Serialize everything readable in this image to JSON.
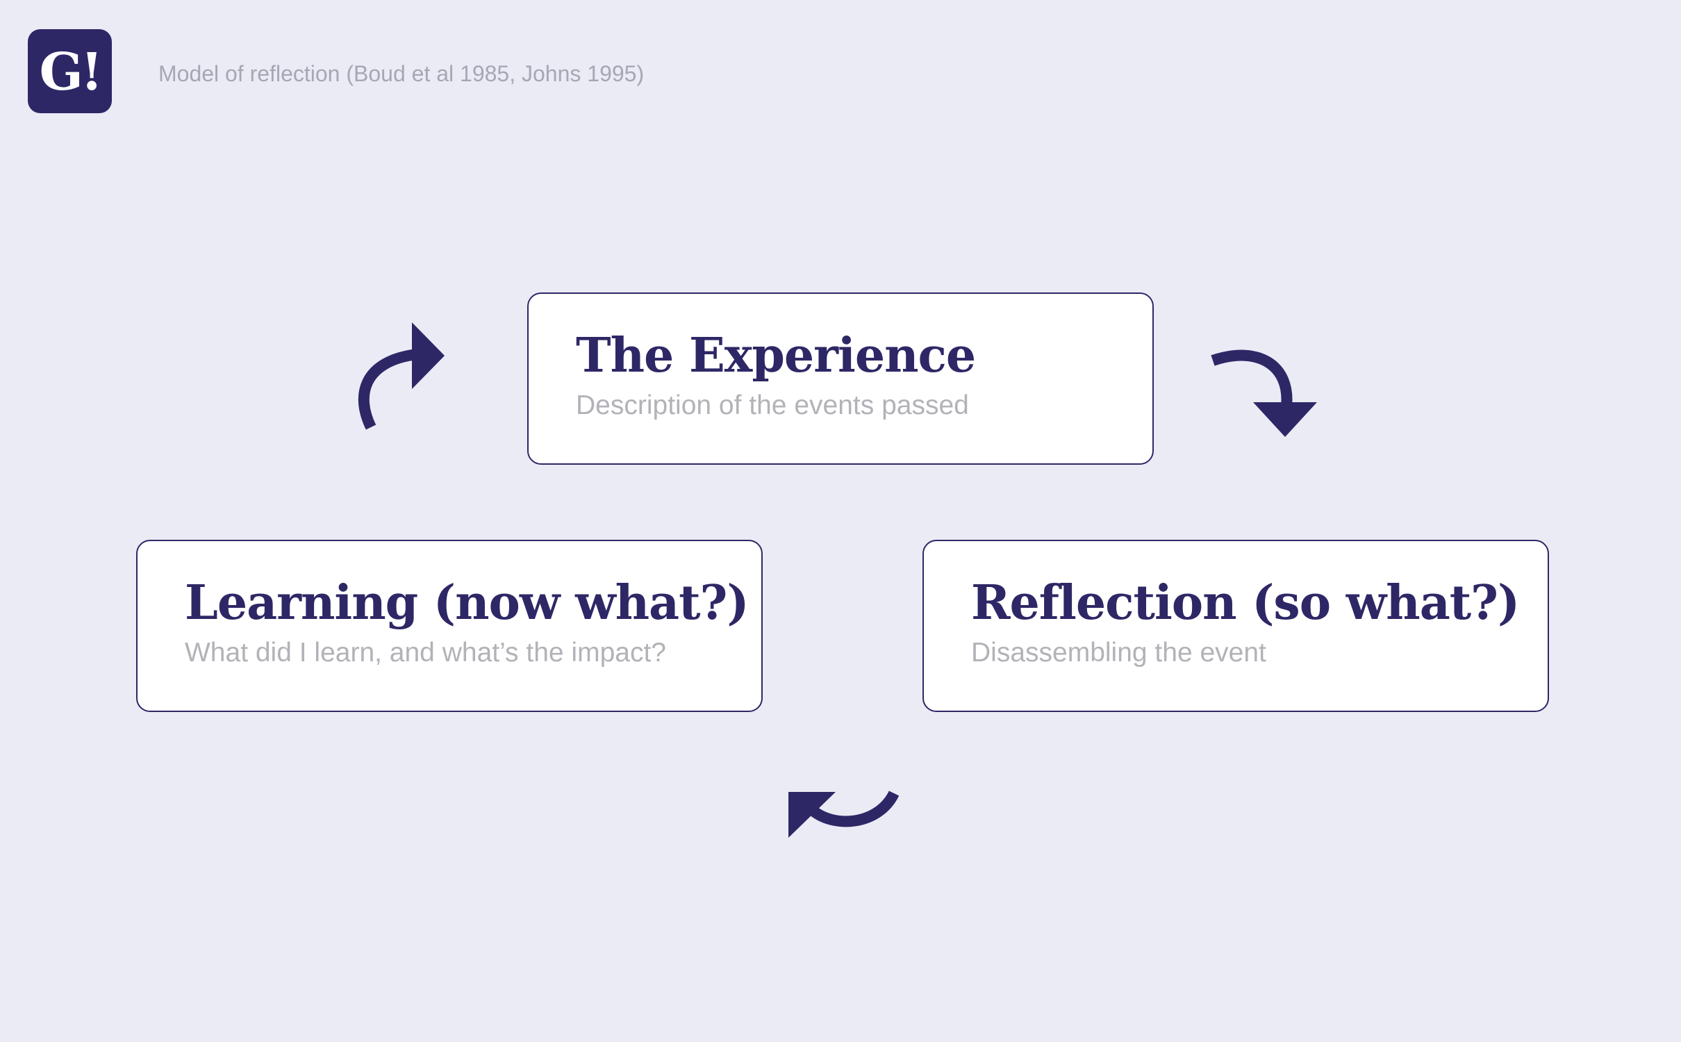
{
  "header": {
    "logo_text": "G!",
    "caption": "Model of reflection (Boud et al 1985, Johns 1995)"
  },
  "diagram": {
    "nodes": [
      {
        "id": "experience",
        "title": "The Experience",
        "description": "Description of the events passed"
      },
      {
        "id": "reflection",
        "title": "Reflection (so what?)",
        "description": "Disassembling the event"
      },
      {
        "id": "learning",
        "title": "Learning (now what?)",
        "description": "What did I learn, and what’s the impact?"
      }
    ],
    "edges": [
      {
        "from": "experience",
        "to": "reflection"
      },
      {
        "from": "reflection",
        "to": "learning"
      },
      {
        "from": "learning",
        "to": "experience"
      }
    ]
  },
  "colors": {
    "background": "#ebebf6",
    "accent": "#2e2766",
    "card": "#ffffff",
    "muted_text": "#b2b2b8",
    "caption_text": "#a6a6b5"
  }
}
